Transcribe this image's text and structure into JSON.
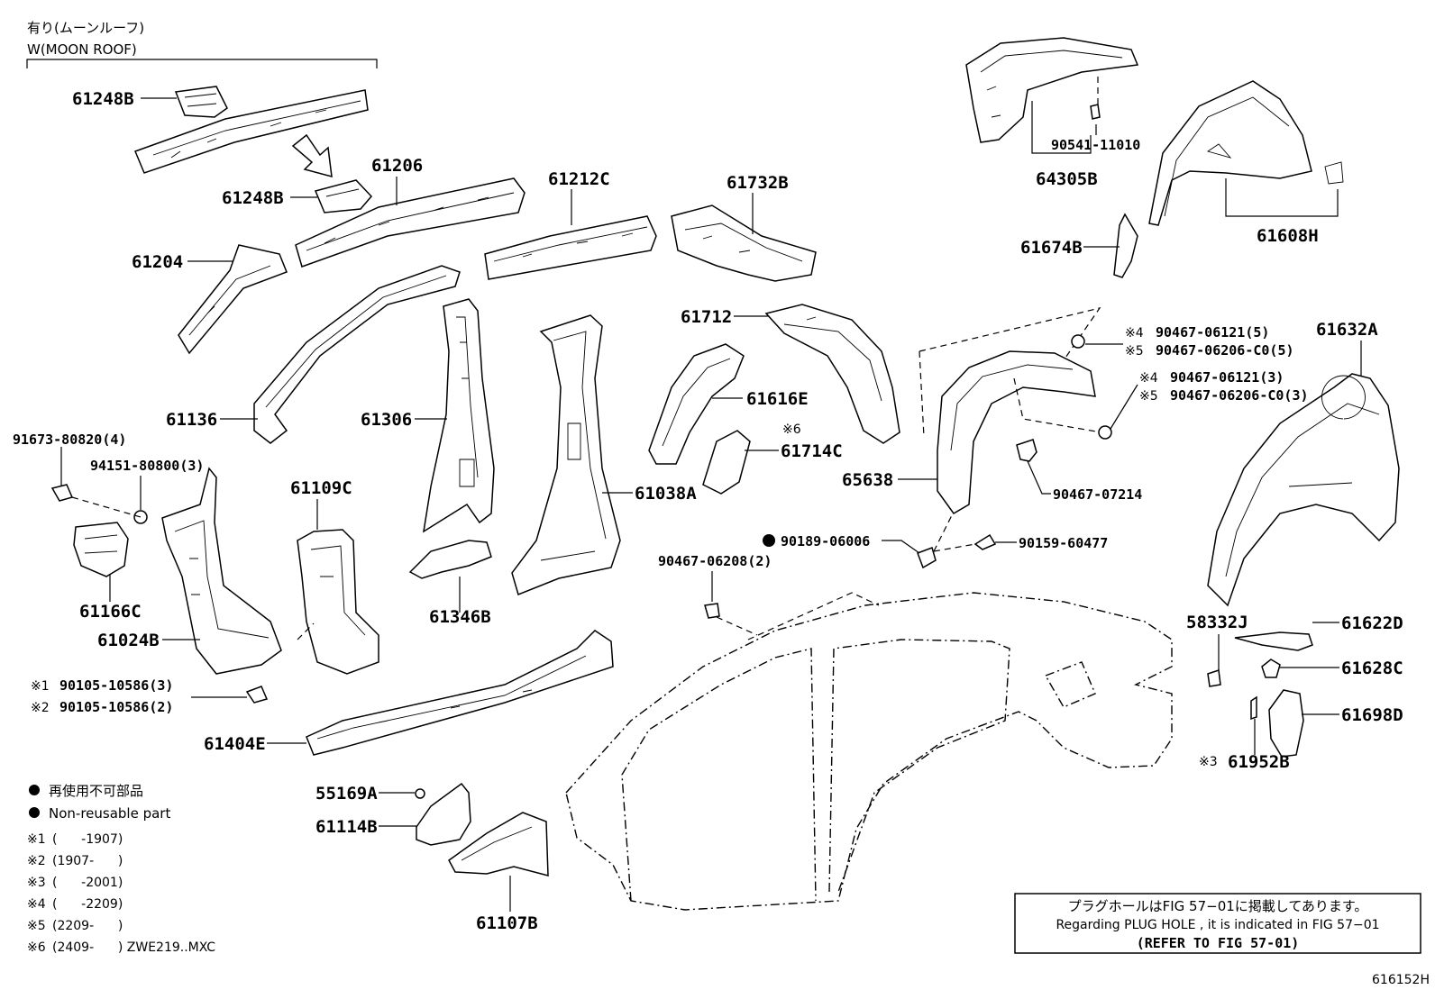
{
  "header": {
    "line1": "有り(ムーンルーフ)",
    "line2": "W(MOON ROOF)"
  },
  "labels": {
    "p61248B_top": "61248B",
    "p61248B_mid": "61248B",
    "p61206": "61206",
    "p61212C": "61212C",
    "p61732B": "61732B",
    "p61204": "61204",
    "p64305B": "64305B",
    "p90541": "90541-11010",
    "p61608H": "61608H",
    "p61674B": "61674B",
    "p61712": "61712",
    "p61136": "61136",
    "p61306": "61306",
    "p61616E": "61616E",
    "p61714C_mark": "※6",
    "p61714C": "61714C",
    "p61632A": "61632A",
    "p90467_06121_5_mark": "※4",
    "p90467_06121_5": "90467-06121(5)",
    "p90467_06206_5_mark": "※5",
    "p90467_06206_5": "90467-06206-C0(5)",
    "p90467_06121_3_mark": "※4",
    "p90467_06121_3": "90467-06121(3)",
    "p90467_06206_3_mark": "※5",
    "p90467_06206_3": "90467-06206-C0(3)",
    "p65638": "65638",
    "p90467_07214": "90467-07214",
    "p90189": "90189-06006",
    "p90159": "90159-60477",
    "p91673": "91673-80820(4)",
    "p94151": "94151-80800(3)",
    "p61109C": "61109C",
    "p61038A": "61038A",
    "p90467_06208": "90467-06208(2)",
    "p61166C": "61166C",
    "p61346B": "61346B",
    "p58332J": "58332J",
    "p61622D": "61622D",
    "p61024B": "61024B",
    "p61628C": "61628C",
    "p90105_3_mark": "※1",
    "p90105_3": "90105-10586(3)",
    "p90105_2_mark": "※2",
    "p90105_2": "90105-10586(2)",
    "p61698D": "61698D",
    "p61404E": "61404E",
    "p61952B_mark": "※3",
    "p61952B": "61952B",
    "p55169A": "55169A",
    "p61114B": "61114B",
    "p61107B": "61107B"
  },
  "legend": {
    "jp": "再使用不可部品",
    "en": "Non-reusable part",
    "notes": [
      {
        "mark": "※1",
        "text": "(      -1907)"
      },
      {
        "mark": "※2",
        "text": "(1907-      )"
      },
      {
        "mark": "※3",
        "text": "(      -2001)"
      },
      {
        "mark": "※4",
        "text": "(      -2209)"
      },
      {
        "mark": "※5",
        "text": "(2209-      )"
      },
      {
        "mark": "※6",
        "text": "(2409-      ) ZWE219..MXC"
      }
    ]
  },
  "refer_box": {
    "jp": "プラグホールはFIG 57−01に掲載してあります。",
    "en": "Regarding  PLUG  HOLE , it is indicated in FIG  57−01",
    "ref": "(REFER TO FIG 57-01)"
  },
  "figure_id": "616152H"
}
